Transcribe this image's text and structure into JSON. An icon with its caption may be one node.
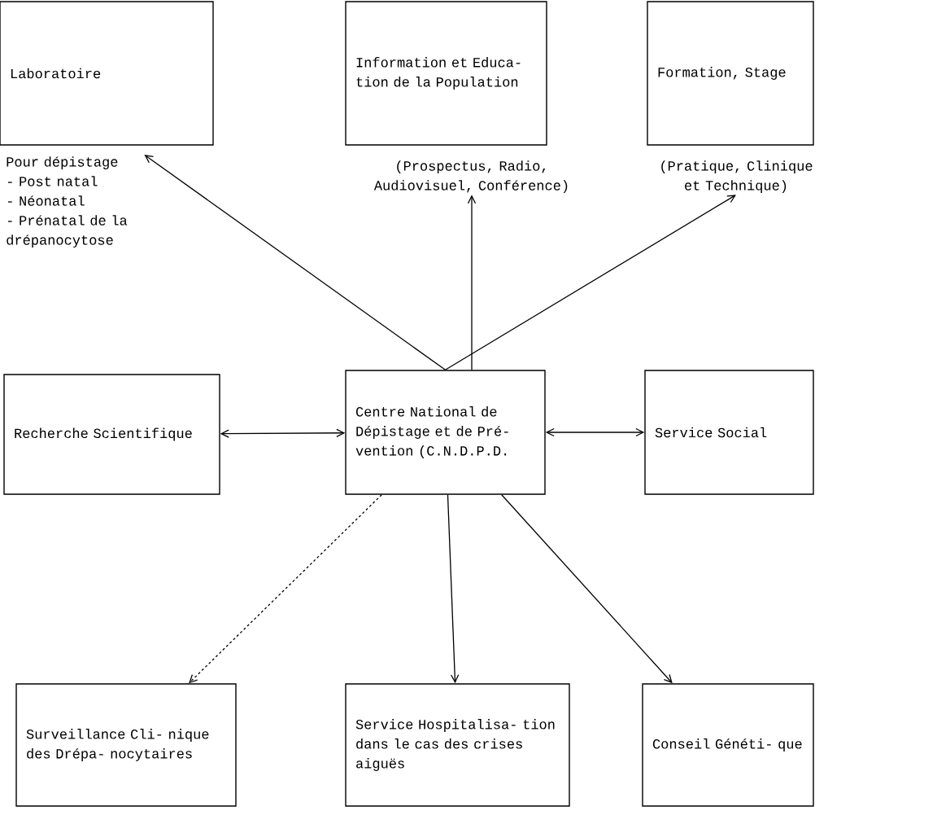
{
  "diagram": {
    "nodes": [
      {
        "text": [
          "Laboratoire"
        ]
      },
      {
        "text": [
          "Information et Educa- tion de la Population"
        ]
      },
      {
        "text": [
          "Formation, Stage"
        ]
      },
      {
        "text": [
          "Pour dépistage",
          "- Post natal",
          "- Néonatal",
          "- Prénatal de la drépanocytose"
        ]
      },
      {
        "text": [
          "(Prospectus, Radio, Audiovisuel, Conférence)"
        ]
      },
      {
        "text": [
          "(Pratique, Clinique et Technique)"
        ]
      },
      {
        "text": [
          "Recherche Scientifique"
        ]
      },
      {
        "text": [
          "Centre National de Dépistage et de Pré- vention (C.N.D.P.D."
        ]
      },
      {
        "text": [
          "Service Social"
        ]
      },
      {
        "text": [
          "Surveillance Cli- nique des Drépa- nocytaires"
        ]
      },
      {
        "text": [
          "Service Hospitalisa- tion dans le cas des crises aiguës"
        ]
      },
      {
        "text": [
          "Conseil Généti- que"
        ]
      }
    ],
    "edges": [
      {
        "from": 7,
        "to": 3,
        "arrow": "to"
      },
      {
        "from": 7,
        "to": 4,
        "arrow": "to"
      },
      {
        "from": 7,
        "to": 5,
        "arrow": "to"
      },
      {
        "from": 6,
        "to": 7,
        "arrow": "both"
      },
      {
        "from": 7,
        "to": 8,
        "arrow": "both"
      },
      {
        "from": 7,
        "to": 9,
        "arrow": "to",
        "style": "dashed"
      },
      {
        "from": 7,
        "to": 10,
        "arrow": "to"
      },
      {
        "from": 7,
        "to": 11,
        "arrow": "to"
      }
    ]
  }
}
